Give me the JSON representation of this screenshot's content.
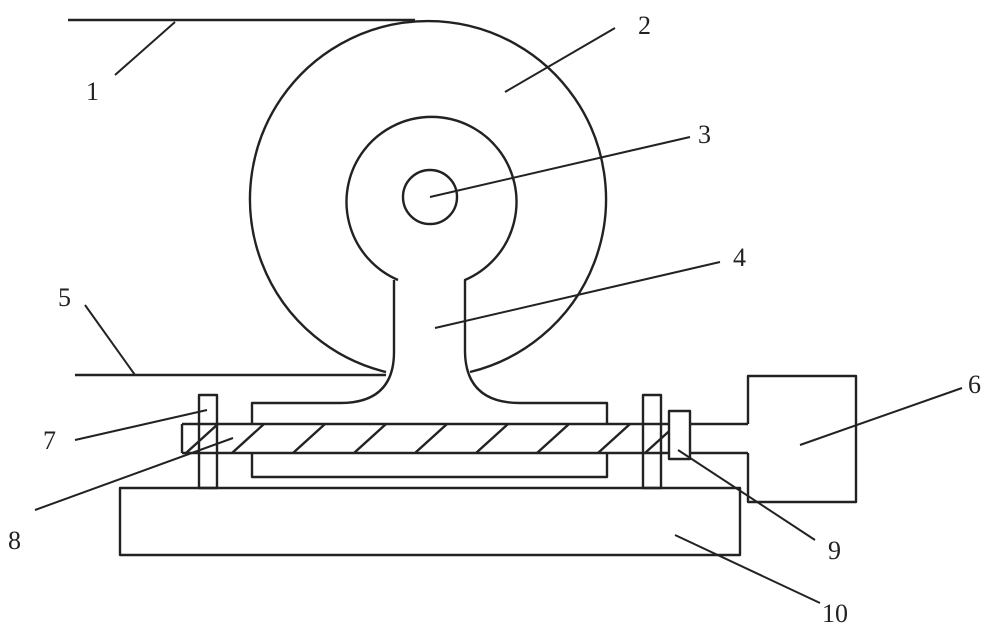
{
  "figure": {
    "type": "mechanical patent drawing",
    "labels": [
      "1",
      "2",
      "3",
      "4",
      "5",
      "6",
      "7",
      "8",
      "9",
      "10"
    ]
  },
  "colors": {
    "line": "#222222",
    "background": "#ffffff"
  }
}
